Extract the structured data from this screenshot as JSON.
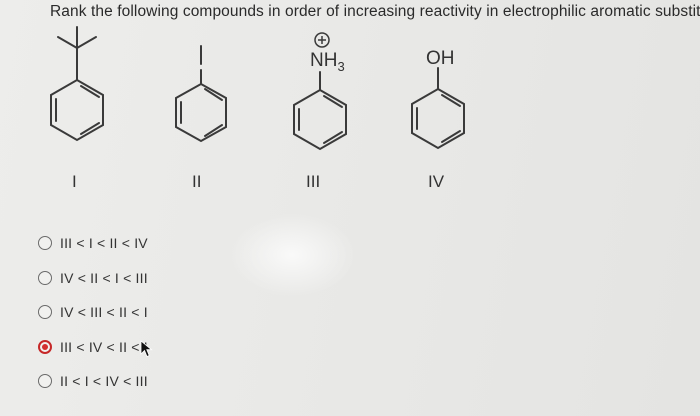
{
  "question": {
    "text": "Rank the following compounds in order of increasing reactivity in electrophilic aromatic substitution"
  },
  "compounds": [
    {
      "numeral": "I",
      "substituent_label": ""
    },
    {
      "numeral": "II",
      "substituent_label": ""
    },
    {
      "numeral": "III",
      "substituent_label": "NH",
      "subscript": "3",
      "charge": "+"
    },
    {
      "numeral": "IV",
      "substituent_label": "OH"
    }
  ],
  "options": [
    {
      "label": "III < I < II < IV",
      "selected": false
    },
    {
      "label": "IV < II < I < III",
      "selected": false
    },
    {
      "label": "IV < III < II < I",
      "selected": false
    },
    {
      "label": "III < IV < II < I",
      "selected": true
    },
    {
      "label": "II < I < IV < III",
      "selected": false
    }
  ],
  "colors": {
    "selected_radio": "#d32f2f",
    "background": "#e7e7e5"
  }
}
